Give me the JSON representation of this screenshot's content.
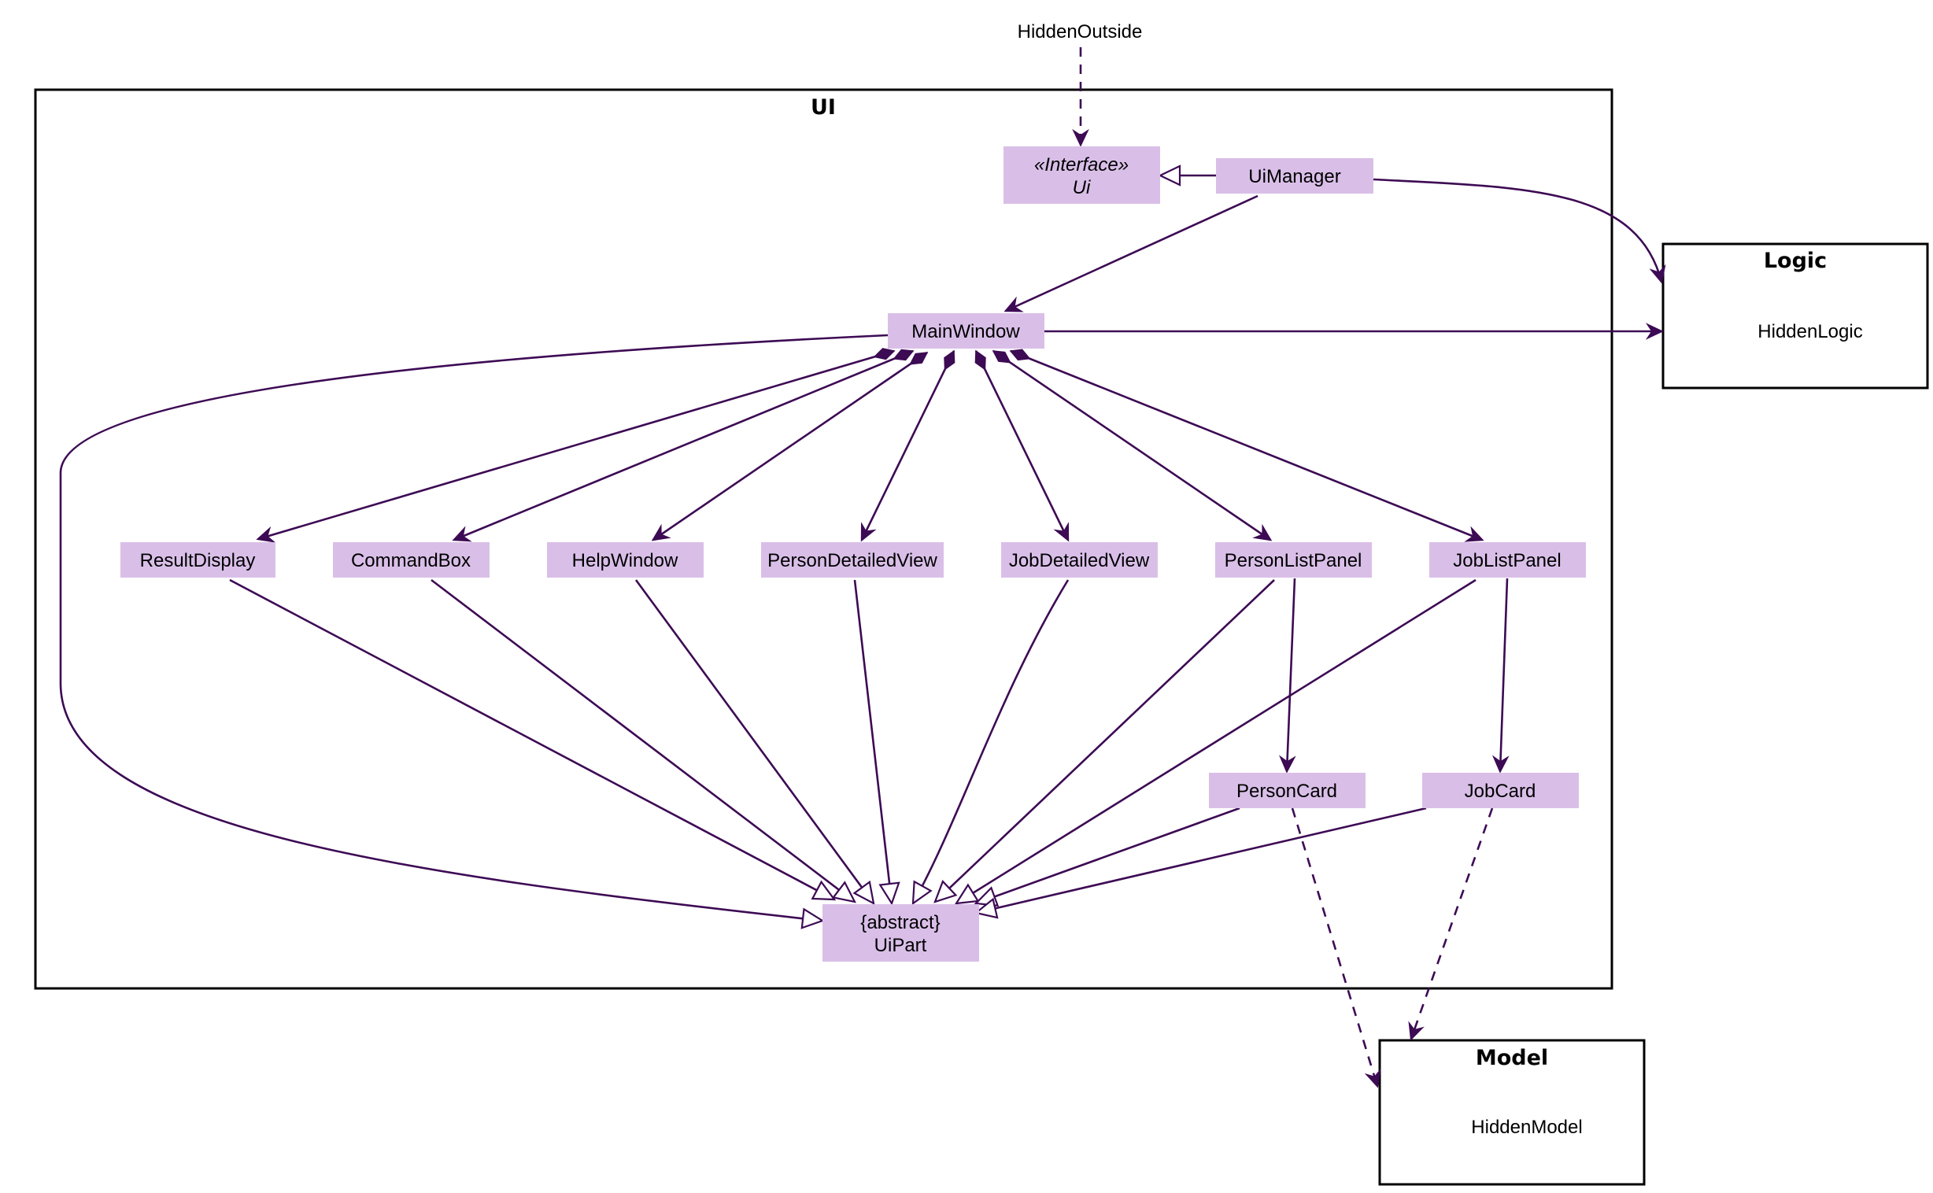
{
  "colors": {
    "class_fill": "#d9bfe8",
    "edge": "#3d0a54",
    "package_border": "#000000"
  },
  "external": {
    "hidden_outside": "HiddenOutside"
  },
  "packages": {
    "ui": {
      "title": "UI"
    },
    "logic": {
      "title": "Logic",
      "content": "HiddenLogic"
    },
    "model": {
      "title": "Model",
      "content": "HiddenModel"
    }
  },
  "classes": {
    "ui_interface": {
      "stereotype": "«Interface»",
      "name": "Ui"
    },
    "ui_manager": {
      "name": "UiManager"
    },
    "main_window": {
      "name": "MainWindow"
    },
    "result_display": {
      "name": "ResultDisplay"
    },
    "command_box": {
      "name": "CommandBox"
    },
    "help_window": {
      "name": "HelpWindow"
    },
    "person_detailed_view": {
      "name": "PersonDetailedView"
    },
    "job_detailed_view": {
      "name": "JobDetailedView"
    },
    "person_list_panel": {
      "name": "PersonListPanel"
    },
    "job_list_panel": {
      "name": "JobListPanel"
    },
    "person_card": {
      "name": "PersonCard"
    },
    "job_card": {
      "name": "JobCard"
    },
    "ui_part": {
      "stereotype": "{abstract}",
      "name": "UiPart"
    }
  },
  "relations": [
    {
      "from": "HiddenOutside",
      "to": "Ui",
      "kind": "dependency"
    },
    {
      "from": "UiManager",
      "to": "Ui",
      "kind": "realization"
    },
    {
      "from": "UiManager",
      "to": "Logic",
      "kind": "association"
    },
    {
      "from": "UiManager",
      "to": "MainWindow",
      "kind": "association"
    },
    {
      "from": "MainWindow",
      "to": "Logic",
      "kind": "association"
    },
    {
      "from": "MainWindow",
      "to": "ResultDisplay",
      "kind": "composition"
    },
    {
      "from": "MainWindow",
      "to": "CommandBox",
      "kind": "composition"
    },
    {
      "from": "MainWindow",
      "to": "HelpWindow",
      "kind": "composition"
    },
    {
      "from": "MainWindow",
      "to": "PersonDetailedView",
      "kind": "composition"
    },
    {
      "from": "MainWindow",
      "to": "JobDetailedView",
      "kind": "composition"
    },
    {
      "from": "MainWindow",
      "to": "PersonListPanel",
      "kind": "composition"
    },
    {
      "from": "MainWindow",
      "to": "JobListPanel",
      "kind": "composition"
    },
    {
      "from": "PersonListPanel",
      "to": "PersonCard",
      "kind": "association"
    },
    {
      "from": "JobListPanel",
      "to": "JobCard",
      "kind": "association"
    },
    {
      "from": "PersonCard",
      "to": "Model",
      "kind": "dependency"
    },
    {
      "from": "JobCard",
      "to": "Model",
      "kind": "dependency"
    },
    {
      "from": "MainWindow",
      "to": "UiPart",
      "kind": "inheritance"
    },
    {
      "from": "ResultDisplay",
      "to": "UiPart",
      "kind": "inheritance"
    },
    {
      "from": "CommandBox",
      "to": "UiPart",
      "kind": "inheritance"
    },
    {
      "from": "HelpWindow",
      "to": "UiPart",
      "kind": "inheritance"
    },
    {
      "from": "PersonDetailedView",
      "to": "UiPart",
      "kind": "inheritance"
    },
    {
      "from": "JobDetailedView",
      "to": "UiPart",
      "kind": "inheritance"
    },
    {
      "from": "PersonListPanel",
      "to": "UiPart",
      "kind": "inheritance"
    },
    {
      "from": "JobListPanel",
      "to": "UiPart",
      "kind": "inheritance"
    },
    {
      "from": "PersonCard",
      "to": "UiPart",
      "kind": "inheritance"
    },
    {
      "from": "JobCard",
      "to": "UiPart",
      "kind": "inheritance"
    }
  ]
}
